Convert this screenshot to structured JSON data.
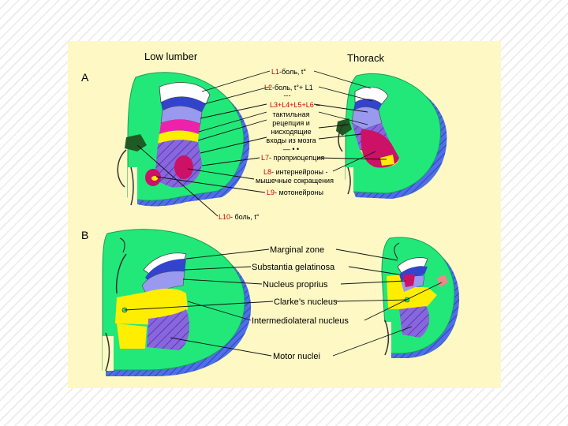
{
  "titles": {
    "left": "Low lumber",
    "right": "Thorack"
  },
  "panel_labels": {
    "a": "A",
    "b": "B"
  },
  "section_a": {
    "labels": [
      {
        "code": "L1",
        "text": "-боль, t°"
      },
      {
        "code": "L2",
        "text": "-боль, t°+ L1"
      },
      {
        "code": "",
        "text": "---"
      },
      {
        "code": "L3+L4+L5+L6",
        "text": " –"
      },
      {
        "code": "",
        "text": "тактильная"
      },
      {
        "code": "",
        "text": "рецепция и"
      },
      {
        "code": "",
        "text": "нисходящие"
      },
      {
        "code": "",
        "text": "входы из мозга"
      },
      {
        "code": "",
        "text": "— • •"
      },
      {
        "code": "L7",
        "text": "- проприоцепция"
      },
      {
        "code": "L8",
        "text": "- интернейроны -"
      },
      {
        "code": "",
        "text": "мышечные сокращения"
      },
      {
        "code": "L9",
        "text": "- мотонейроны"
      }
    ],
    "bottom_label": {
      "code": "L10",
      "text": "- боль, t°"
    }
  },
  "section_b": {
    "labels": [
      "Marginal zone",
      "Substantia gelatinosa",
      "Nucleus proprius",
      "Clarke’s nucleus",
      "Intermediolateral nucleus",
      "Motor nuclei"
    ]
  },
  "colors": {
    "background": "#fdf8c4",
    "white_matter": "#22e87a",
    "shadow": "#4f6fe8",
    "dorsal_root": "#1f5a25",
    "marginal": "#3344cc",
    "gelatinosa": "#9999ee",
    "proprius": "#ee22aa",
    "clarke": "#ffee00",
    "ventral": "#8866dd",
    "label_red": "#cc0000"
  }
}
